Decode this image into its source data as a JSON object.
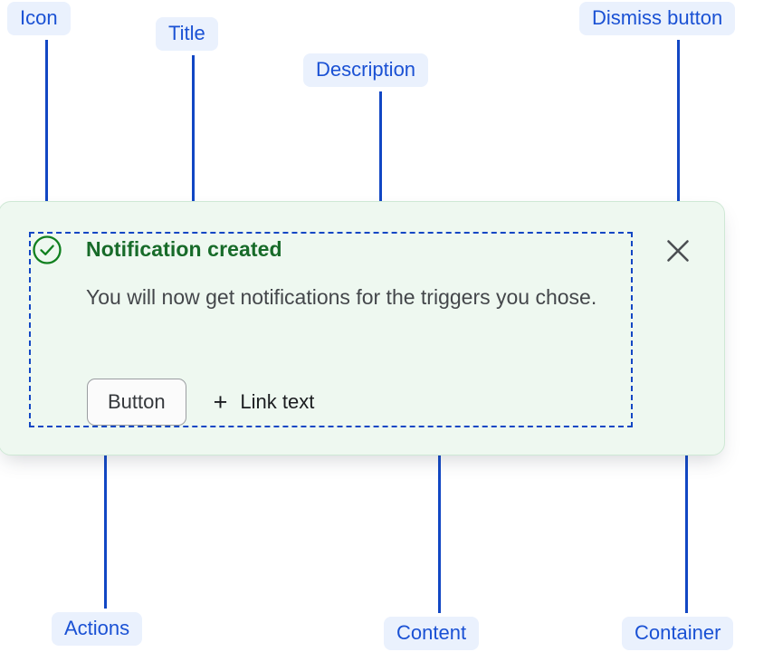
{
  "annotations": {
    "icon": "Icon",
    "title": "Title",
    "description": "Description",
    "dismiss_button": "Dismiss button",
    "actions": "Actions",
    "content": "Content",
    "container": "Container"
  },
  "notification": {
    "status_icon": "success-check-circle-icon",
    "title": "Notification created",
    "description": "You will now get notifications for the triggers you chose.",
    "button_label": "Button",
    "link_icon": "plus-icon",
    "link_label": "Link text",
    "dismiss_icon": "close-x-icon"
  },
  "colors": {
    "annotation_blue": "#1a51d4",
    "annotation_pill_bg": "#eaf1fd",
    "connector_blue": "#1247c4",
    "card_bg": "#eef8f0",
    "card_border": "#cfe8d5",
    "success_green": "#176b29",
    "description_gray": "#44474b",
    "button_border": "#9a9da1",
    "dismiss_gray": "#4c4f53"
  }
}
